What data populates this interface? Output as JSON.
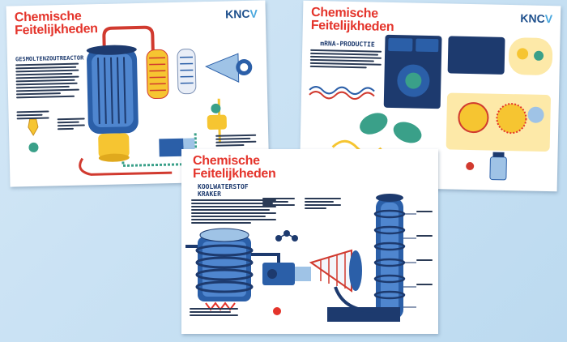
{
  "background_color": "#c8e0f3",
  "posters": [
    {
      "brand_line1": "Chemische",
      "brand_line2": "Feitelijkheden",
      "logo": "KNCV",
      "heading": "GESMOLTENZOUTREACTOR",
      "illustration": "molten-salt-reactor"
    },
    {
      "brand_line1": "Chemische",
      "brand_line2": "Feitelijkheden",
      "logo": "KNCV",
      "heading": "mRNA-PRODUCTIE",
      "illustration": "mrna-production"
    },
    {
      "brand_line1": "Chemische",
      "brand_line2": "Feitelijkheden",
      "heading_line1": "KOOLWATERSTOF",
      "heading_line2": "KRAKER",
      "illustration": "hydrocarbon-cracker"
    }
  ],
  "colors": {
    "brand_red": "#e4342b",
    "logo_blue": "#1d4f8c",
    "logo_accent": "#4aa8de",
    "reactor_blue": "#2b5fa8",
    "pipe_red": "#d13a2f",
    "vessel_yellow": "#f6c531"
  }
}
